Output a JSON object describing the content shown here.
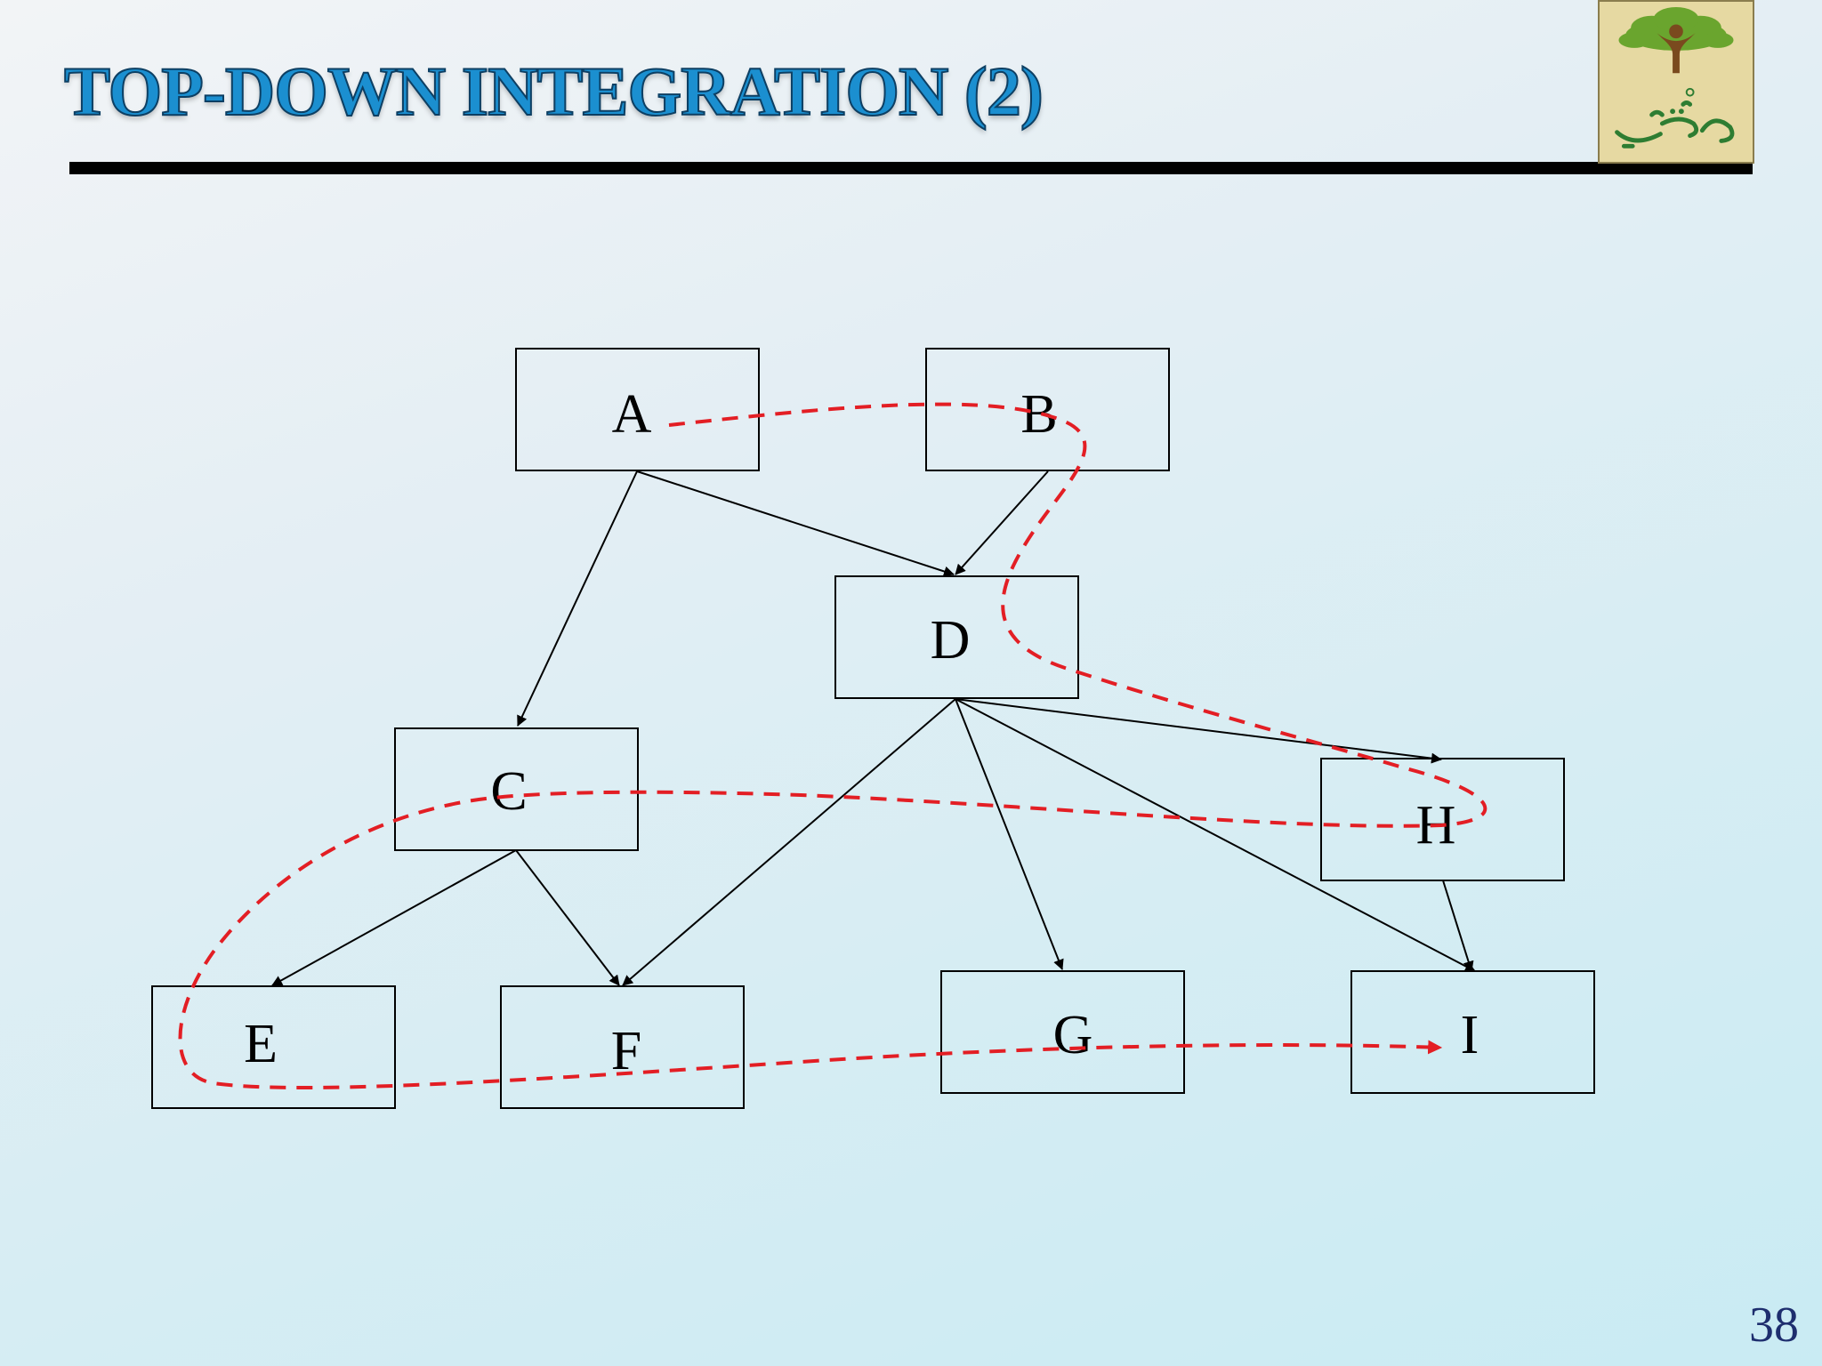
{
  "slide": {
    "title": "TOP-DOWN INTEGRATION (2)",
    "page_number": "38"
  },
  "logo": {
    "icon": "tree-person-icon",
    "text": "نقدر",
    "colors": {
      "background": "#e6d9a2",
      "tree": "#6aa52e",
      "figure": "#7a4a1e",
      "text": "#2e7d32"
    }
  },
  "diagram": {
    "nodes": [
      {
        "id": "A",
        "label": "A"
      },
      {
        "id": "B",
        "label": "B"
      },
      {
        "id": "C",
        "label": "C"
      },
      {
        "id": "D",
        "label": "D"
      },
      {
        "id": "E",
        "label": "E"
      },
      {
        "id": "F",
        "label": "F"
      },
      {
        "id": "G",
        "label": "G"
      },
      {
        "id": "H",
        "label": "H"
      },
      {
        "id": "I",
        "label": "I"
      }
    ],
    "edges": [
      {
        "from": "A",
        "to": "C"
      },
      {
        "from": "A",
        "to": "D"
      },
      {
        "from": "B",
        "to": "D"
      },
      {
        "from": "C",
        "to": "E"
      },
      {
        "from": "C",
        "to": "F"
      },
      {
        "from": "D",
        "to": "F"
      },
      {
        "from": "D",
        "to": "G"
      },
      {
        "from": "D",
        "to": "I"
      },
      {
        "from": "D",
        "to": "H"
      },
      {
        "from": "H",
        "to": "I"
      }
    ],
    "integration_order": [
      "A",
      "B",
      "D",
      "H",
      "C",
      "E",
      "F",
      "G",
      "I"
    ],
    "colors": {
      "edge": "#000000",
      "path": "#e31e24",
      "node_border": "#000000"
    }
  }
}
